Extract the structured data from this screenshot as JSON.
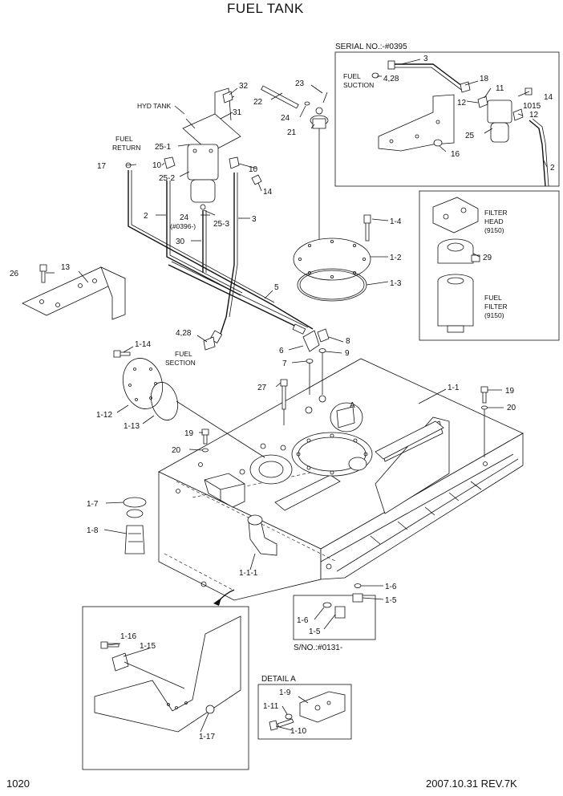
{
  "header": {
    "title": "FUEL TANK"
  },
  "footer": {
    "page": "1020",
    "date_rev": "2007.10.31  REV.7K"
  },
  "insets": {
    "serial": "SERIAL NO.:-#0395",
    "sno": "S/NO.:#0131-",
    "detail_a": "DETAIL A"
  },
  "notes": {
    "hyd_tank": "HYD TANK",
    "fuel": "FUEL",
    "return": "RETURN",
    "suction": "SUCTION",
    "section": "SECTION",
    "filter": "FILTER",
    "head": "HEAD",
    "p9150": "(9150)",
    "p0396": "(#0396-)",
    "a_mark": "A"
  },
  "labels": {
    "l32": "32",
    "l31": "31",
    "l22": "22",
    "l23": "23",
    "l24": "24",
    "l21": "21",
    "l17": "17",
    "l25_1": "25-1",
    "l10a": "10",
    "l25_2": "25-2",
    "l10b": "10",
    "l14": "14",
    "l2": "2",
    "l24b": "24",
    "l25_3": "25-3",
    "l3": "3",
    "l30": "30",
    "l26": "26",
    "l13": "13",
    "l5": "5",
    "l4_28": "4,28",
    "l1_14": "1-14",
    "l8": "8",
    "l6": "6",
    "l9": "9",
    "l7": "7",
    "l1_4": "1-4",
    "l1_2": "1-2",
    "l1_3": "1-3",
    "l27": "27",
    "l1_1": "1-1",
    "l19": "19",
    "l20": "20",
    "l1_12": "1-12",
    "l1_13": "1-13",
    "l19b": "19",
    "l20b": "20",
    "l1_7": "1-7",
    "l1_8": "1-8",
    "l1_1_1": "1-1-1",
    "l1_6": "1-6",
    "l1_5": "1-5",
    "l1_6b": "1-6",
    "l1_5b": "1-5",
    "l1_16": "1-16",
    "l1_15": "1-15",
    "l1_17": "1-17",
    "l1_9": "1-9",
    "l1_11": "1-11",
    "l1_10": "1-10",
    "s3": "3",
    "s4_28": "4,28",
    "s18": "18",
    "s11": "11",
    "s12": "12",
    "s14": "14",
    "s10_15": "1015",
    "s12b": "12",
    "s25": "25",
    "s16": "16",
    "s2": "2",
    "s29": "29"
  }
}
